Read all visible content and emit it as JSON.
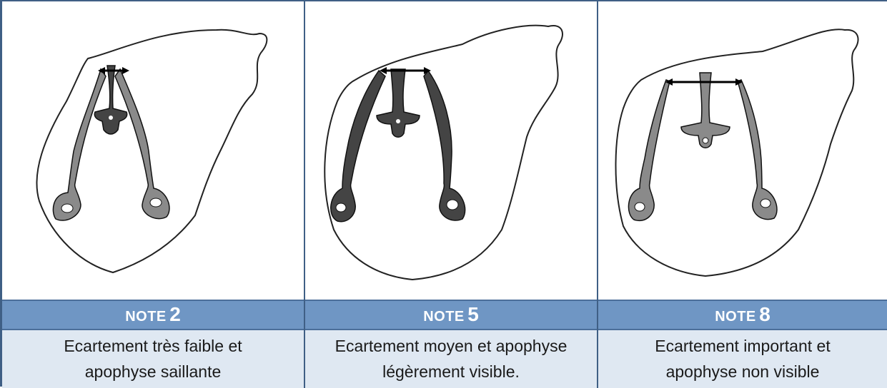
{
  "panels": [
    {
      "note_word": "NOTE",
      "note_value": "2",
      "description_line1": "Ecartement très faible et",
      "description_line2": "apophyse saillante",
      "icon": "pelvis-cross-section-drawing"
    },
    {
      "note_word": "NOTE",
      "note_value": "5",
      "description_line1": "Ecartement moyen et apophyse",
      "description_line2": "légèrement visible.",
      "icon": "pelvis-cross-section-drawing"
    },
    {
      "note_word": "NOTE",
      "note_value": "8",
      "description_line1": "Ecartement important et",
      "description_line2": "apophyse non visible",
      "icon": "pelvis-cross-section-drawing"
    }
  ],
  "colors": {
    "border": "#3f5f85",
    "header_bg": "#6f96c4",
    "description_bg": "#dfe8f2",
    "header_text": "#ffffff"
  }
}
